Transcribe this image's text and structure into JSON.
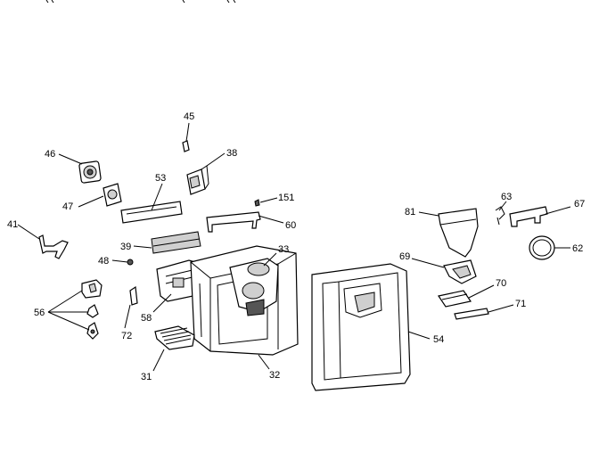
{
  "callouts": {
    "c45": "45",
    "c46": "46",
    "c38": "38",
    "c53": "53",
    "c47": "47",
    "c151": "151",
    "c41": "41",
    "c60": "60",
    "c39": "39",
    "c33": "33",
    "c48": "48",
    "c56": "56",
    "c58": "58",
    "c72": "72",
    "c31": "31",
    "c32": "32",
    "c81": "81",
    "c63": "63",
    "c67": "67",
    "c62": "62",
    "c69": "69",
    "c70": "70",
    "c71": "71",
    "c54": "54"
  }
}
